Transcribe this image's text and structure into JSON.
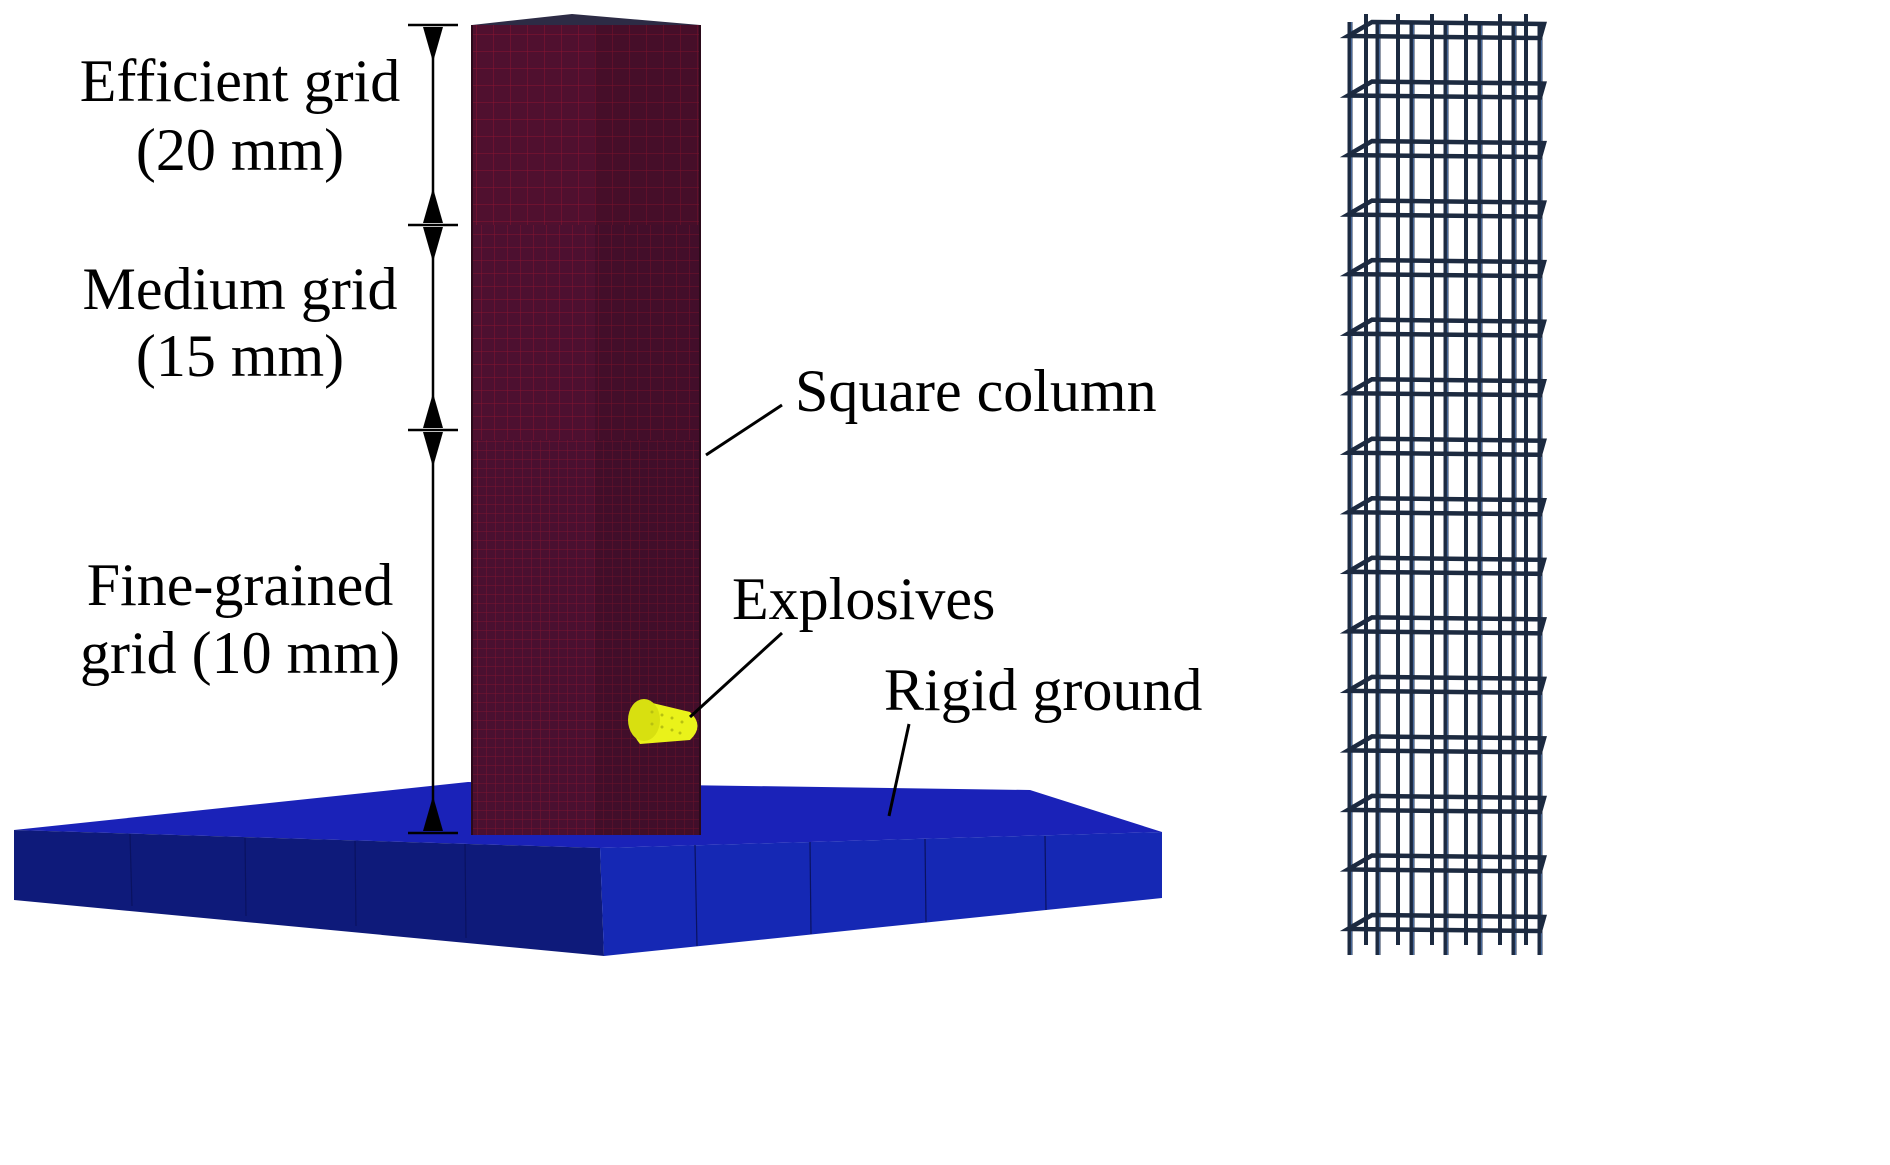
{
  "labels": {
    "efficient_grid_line1": "Efficient grid",
    "efficient_grid_line2": "(20 mm)",
    "medium_grid_line1": "Medium grid",
    "medium_grid_line2": "(15 mm)",
    "fine_grid_line1": "Fine-grained",
    "fine_grid_line2": "grid (10 mm)",
    "square_column": "Square column",
    "explosives": "Explosives",
    "rigid_ground": "Rigid ground"
  },
  "colors": {
    "column": "#4a1030",
    "column_top": "#2d2b45",
    "column_mesh": "#7a1530",
    "ground_top": "#1a20b8",
    "ground_front": "#101a80",
    "ground_side": "#1628b0",
    "explosive": "#eaf21a",
    "rebar": "#1c2a40",
    "rebar_highlight": "#4a6a9a"
  }
}
